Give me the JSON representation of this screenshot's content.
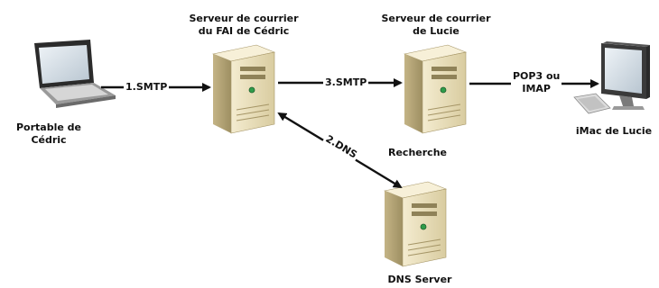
{
  "nodes": {
    "laptop": {
      "label_line1": "Portable de",
      "label_line2": "Cédric",
      "icon": "laptop-icon"
    },
    "isp_server": {
      "label_line1": "Serveur de courrier",
      "label_line2": "du FAI de Cédric",
      "icon": "server-icon"
    },
    "lucie_server": {
      "label_line1": "Serveur de courrier",
      "label_line2": "de Lucie",
      "icon": "server-icon"
    },
    "imac": {
      "label": "iMac de Lucie",
      "icon": "desktop-computer-icon"
    },
    "dns_server": {
      "label": "DNS Server",
      "icon": "server-icon"
    }
  },
  "edges": {
    "smtp1": "1.SMTP",
    "dns": "2.DNS",
    "smtp3": "3.SMTP",
    "pop3_line1": "POP3 ou",
    "pop3_line2": "IMAP",
    "lookup": "Recherche"
  },
  "colors": {
    "server_body": "#e8dcb4",
    "server_dark": "#b8a87a",
    "arrow": "#111111"
  }
}
